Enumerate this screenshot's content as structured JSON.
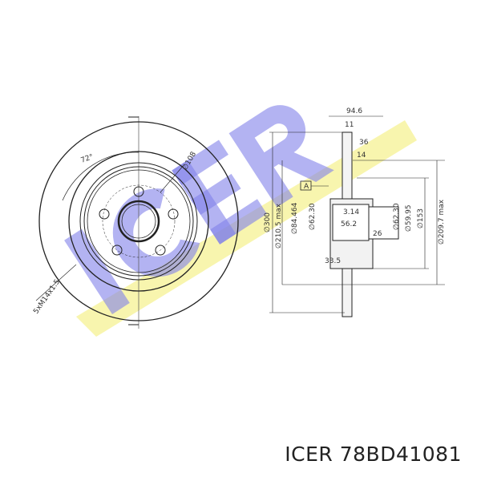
{
  "caption": {
    "brand": "ICER",
    "part_number": "78BD41081"
  },
  "watermark": {
    "text": "ICER",
    "colors": {
      "wedge": "#f7f3a0",
      "letters": "#7b7be8"
    }
  },
  "front_view": {
    "angle_label": "72°",
    "pcd_label": "∅108",
    "thread_label": "5xM14x1.5"
  },
  "side_view": {
    "width_label": "94.6",
    "thickness_label": "11",
    "label_36": "36",
    "label_14": "14",
    "datum_label": "A",
    "outer_dia": "∅300",
    "friction_dia": "∅210.5 max",
    "hub_dia": "∅84.464",
    "bore_dia_left": "∅62.30",
    "label_314": "3.14",
    "label_562": "56.2",
    "label_26": "26",
    "bore_dia_right": "∅62.30",
    "bore_dia_small": "∅59.95",
    "hat_dia": "∅153",
    "inner_max_dia": "∅209.7 max",
    "label_335": "33.5"
  }
}
